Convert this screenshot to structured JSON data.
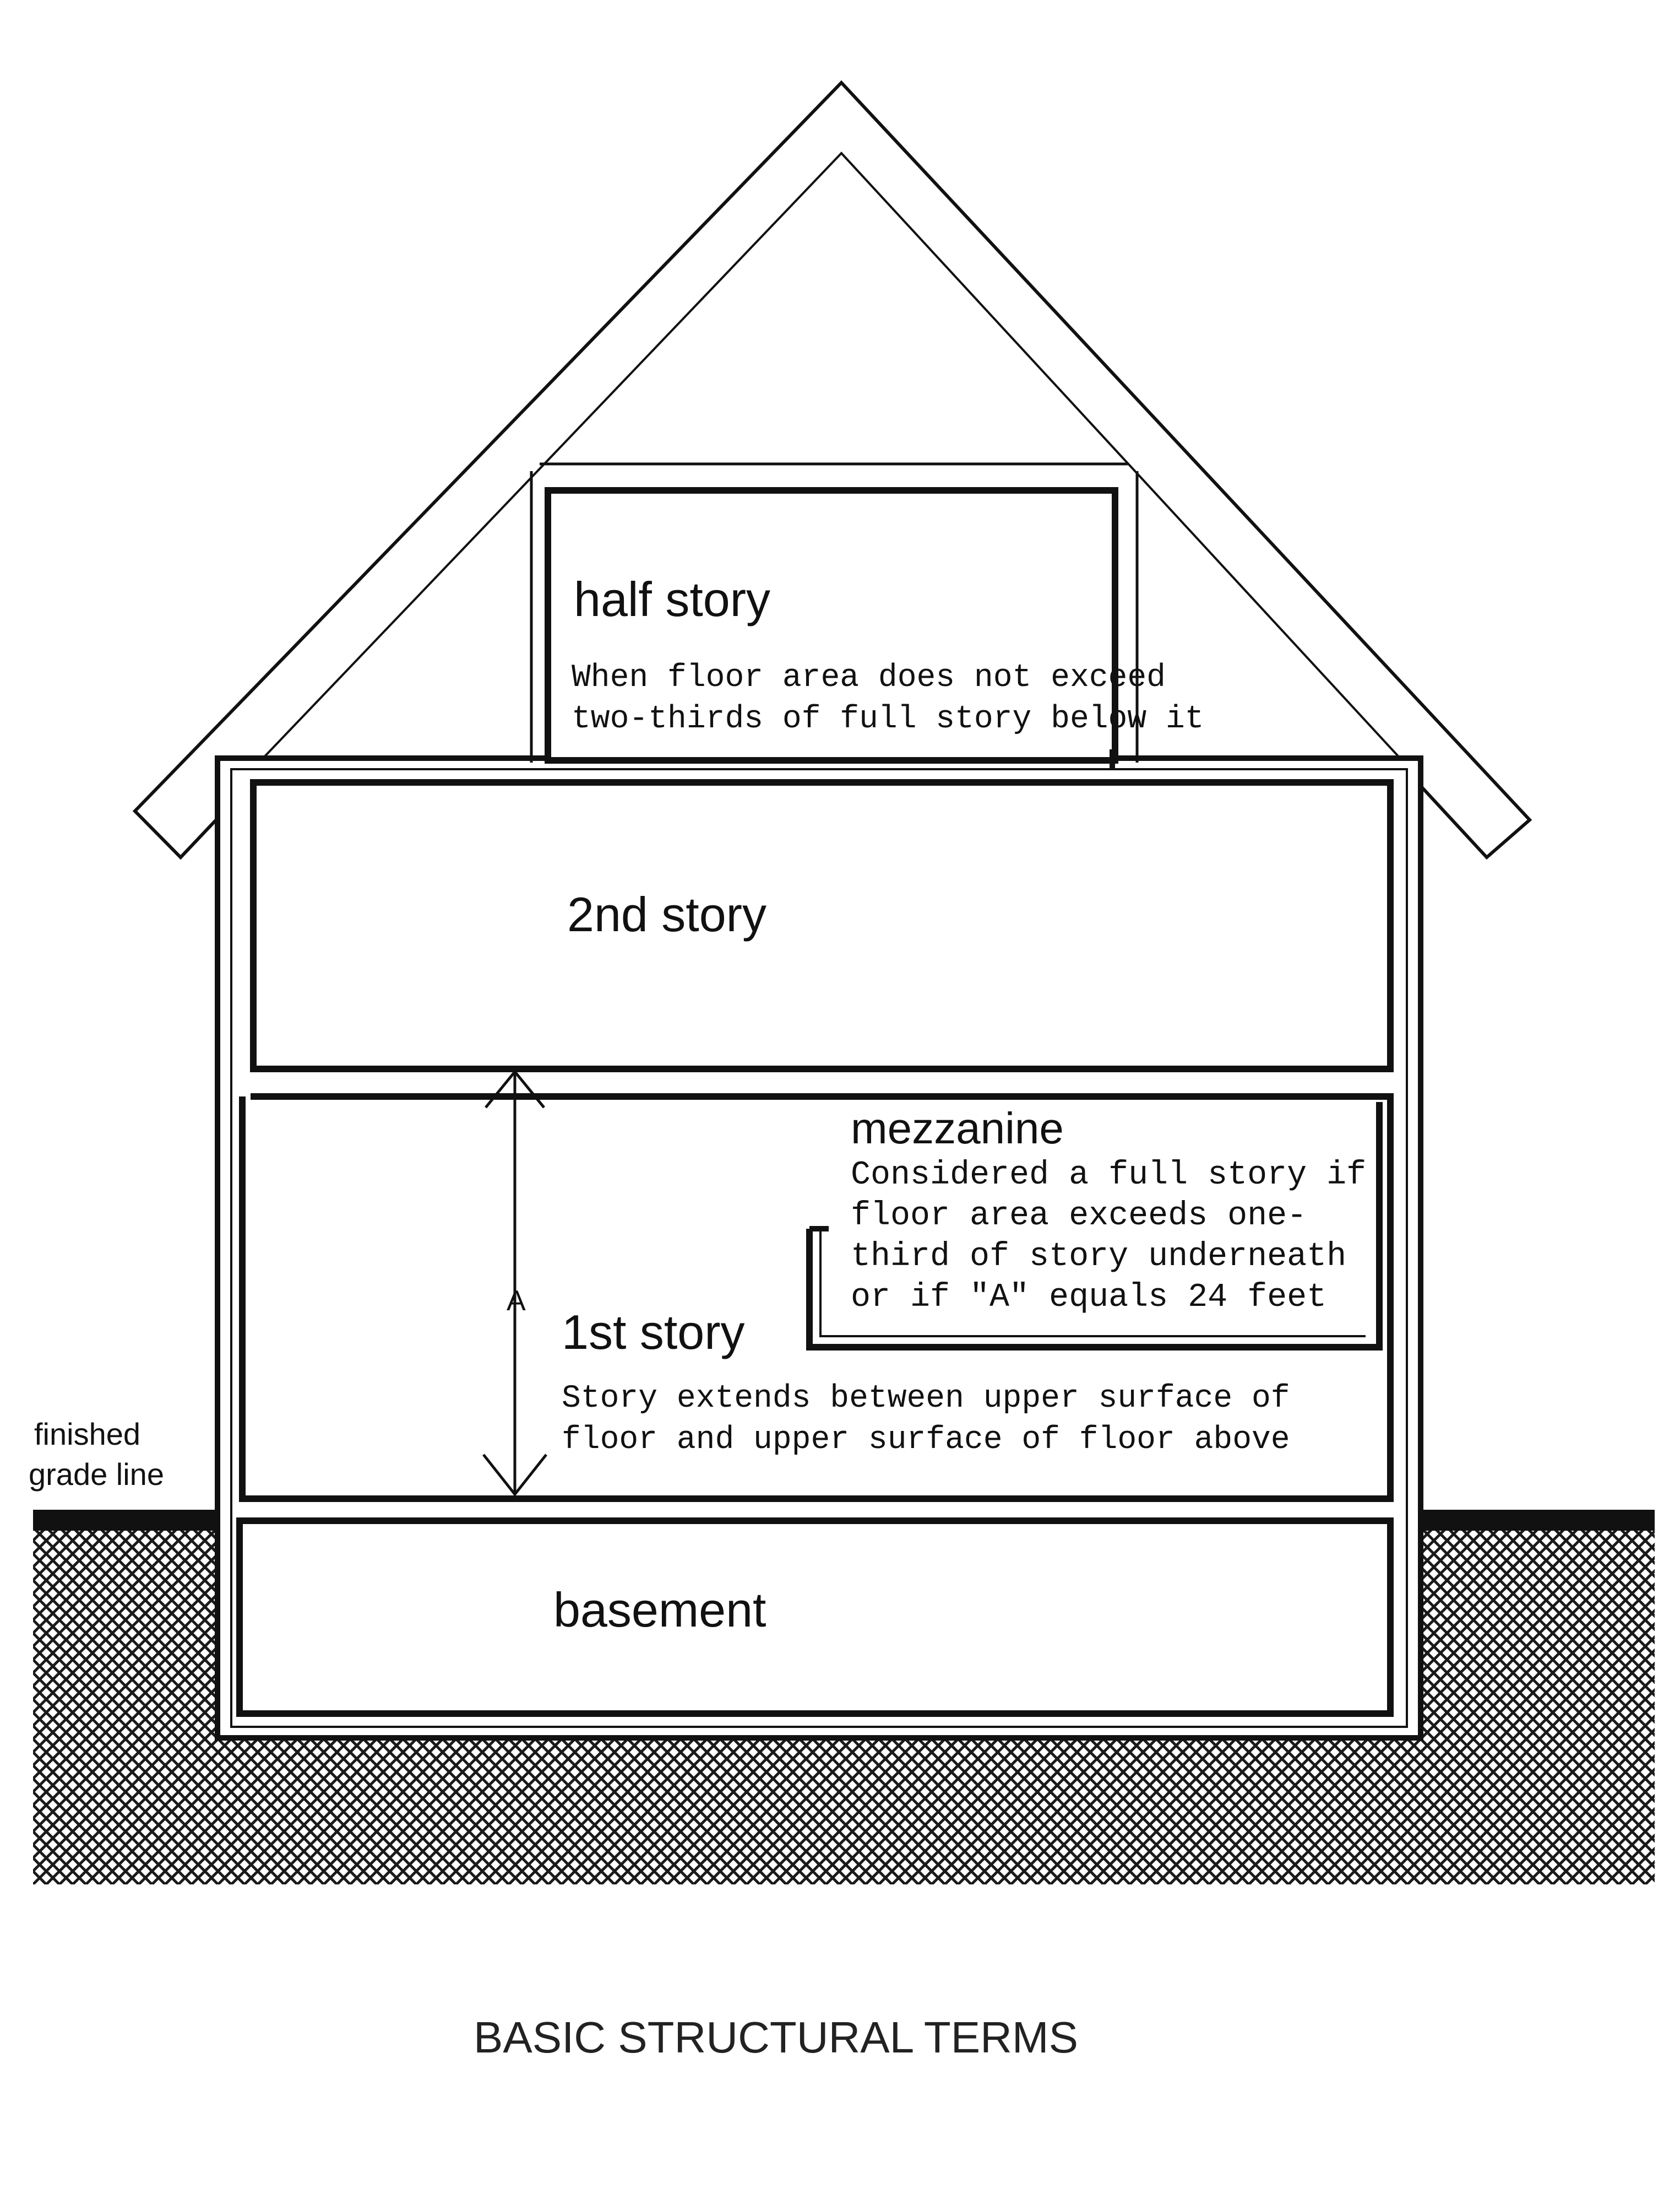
{
  "title": "BASIC STRUCTURAL TERMS",
  "labels": {
    "half_story": "half story",
    "half_story_note_1": "When floor area does not exceed",
    "half_story_note_2": "two-thirds of full story below it",
    "second_story": "2nd story",
    "mezzanine": "mezzanine",
    "mezzanine_note_1": "Considered a full story if",
    "mezzanine_note_2": "floor area exceeds one-",
    "mezzanine_note_3": "third of story underneath",
    "mezzanine_note_4": "or if \"A\" equals 24 feet",
    "first_story": "1st story",
    "first_story_note_1": "Story extends between upper surface of",
    "first_story_note_2": "floor and upper surface of floor above",
    "dimension_marker": "A",
    "grade_line_1": "finished",
    "grade_line_2": "grade line",
    "basement": "basement"
  },
  "colors": {
    "line": "#111111",
    "ground": "#111111",
    "background": "#ffffff"
  }
}
